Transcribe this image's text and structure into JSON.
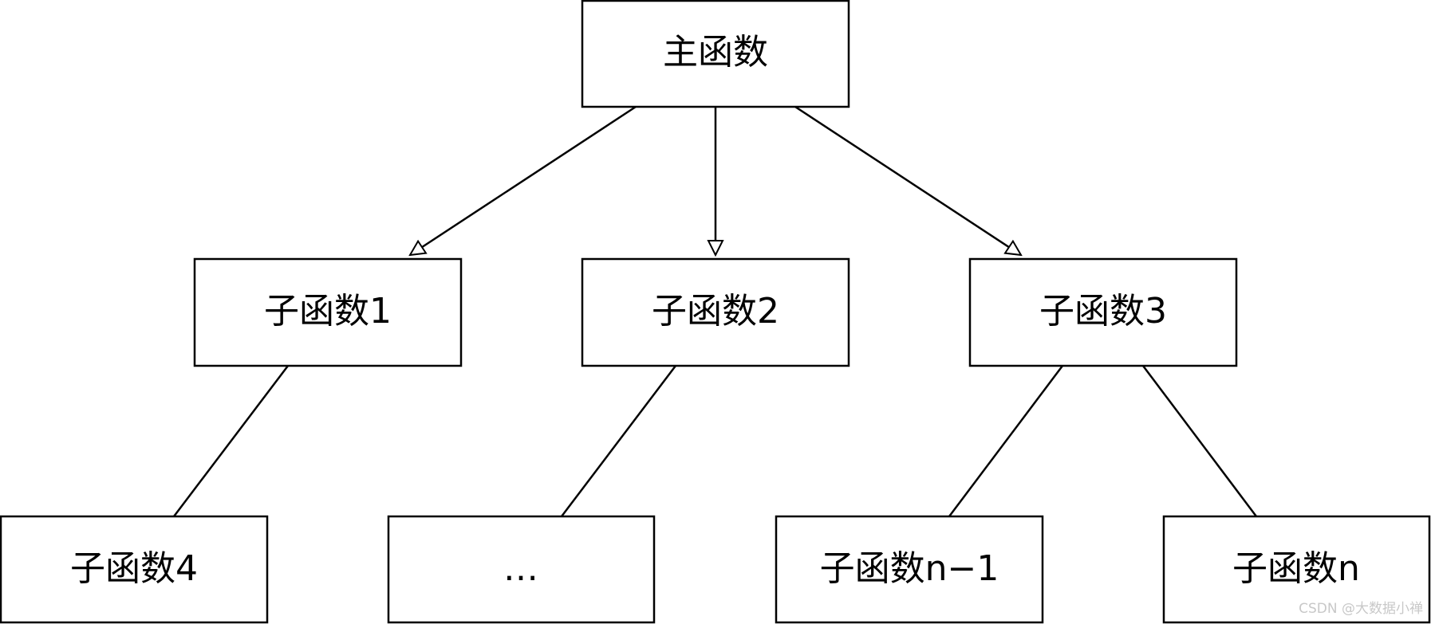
{
  "diagram": {
    "nodes": {
      "main": "主函数",
      "sub1": "子函数1",
      "sub2": "子函数2",
      "sub3": "子函数3",
      "sub4": "子函数4",
      "ellipsis": "…",
      "subn1": "子函数n−1",
      "subn": "子函数n"
    },
    "edges": [
      {
        "from": "main",
        "to": "sub1",
        "arrow": "hollow-triangle"
      },
      {
        "from": "main",
        "to": "sub2",
        "arrow": "hollow-triangle"
      },
      {
        "from": "main",
        "to": "sub3",
        "arrow": "hollow-triangle"
      },
      {
        "from": "sub1",
        "to": "sub4",
        "arrow": "none"
      },
      {
        "from": "sub2",
        "to": "ellipsis",
        "arrow": "none"
      },
      {
        "from": "sub3",
        "to": "subn1",
        "arrow": "none"
      },
      {
        "from": "sub3",
        "to": "subn",
        "arrow": "none"
      }
    ],
    "colors": {
      "stroke": "#000000",
      "fill": "#ffffff",
      "text": "#000000"
    }
  },
  "watermark": "CSDN @大数据小禅"
}
